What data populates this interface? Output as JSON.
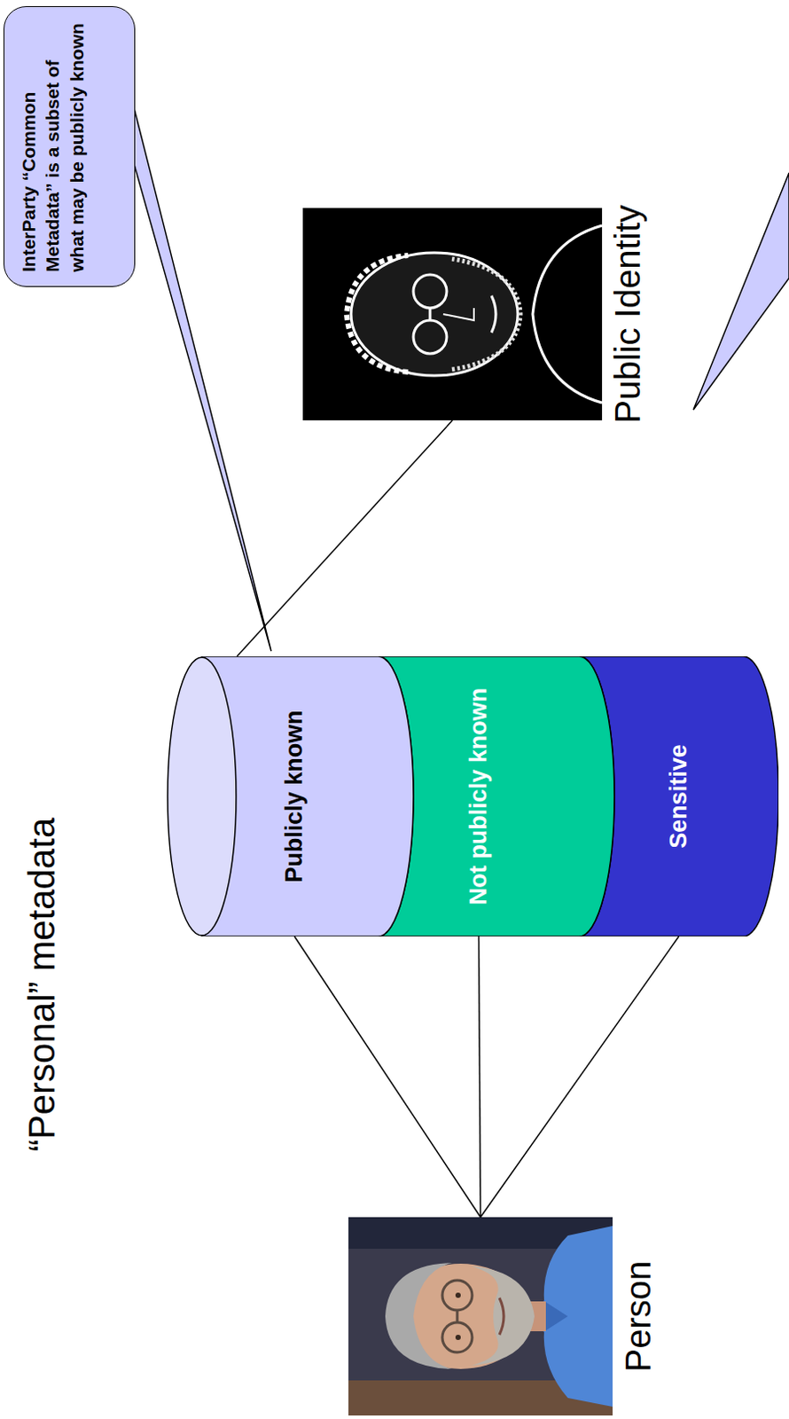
{
  "diagram": {
    "nodes": [
      {
        "text": [
          "Person"
        ]
      },
      {
        "text": [
          "“Personal” metadata"
        ]
      },
      {
        "text": [
          "Publicly known"
        ],
        "in": 1
      },
      {
        "text": [
          "Not publicly known"
        ],
        "in": 1
      },
      {
        "text": [
          "Sensitive"
        ],
        "in": 1
      },
      {
        "text": [
          "Public Identity"
        ]
      },
      {
        "text": [
          "InterParty “Common Metadata” is a subset of what may be publicly known"
        ]
      }
    ],
    "edges": [
      {
        "from": 0,
        "to": 2,
        "arrow": "none"
      },
      {
        "from": 0,
        "to": 3,
        "arrow": "none"
      },
      {
        "from": 0,
        "to": 4,
        "arrow": "none"
      },
      {
        "from": 2,
        "to": 5,
        "arrow": "none"
      }
    ]
  }
}
